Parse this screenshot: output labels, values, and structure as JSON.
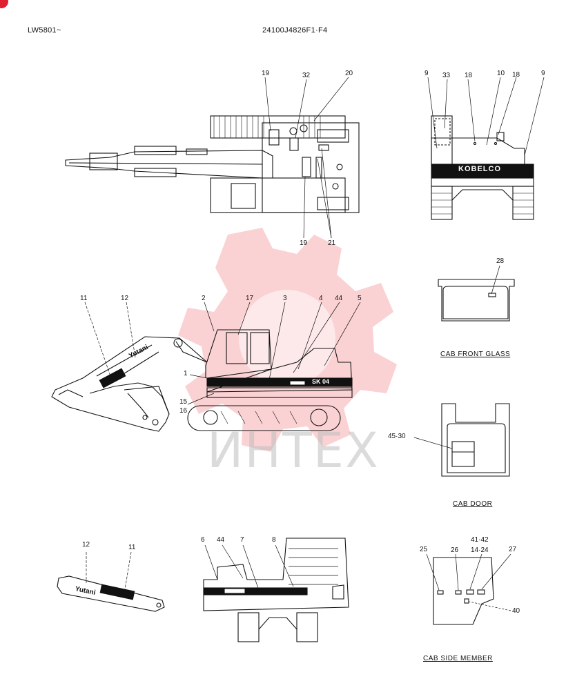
{
  "header": {
    "left_code": "LW5801~",
    "center_code": "24100J4826F1·F4"
  },
  "watermark": {
    "text": "ИНТЕХ",
    "color": "#e8303a"
  },
  "decals": {
    "kobelco": "KOBELCO",
    "yutani": "Yutani",
    "model": "SK 04"
  },
  "views": {
    "top_view": {
      "callouts": [
        "19",
        "32",
        "20",
        "19",
        "21"
      ]
    },
    "rear_view": {
      "callouts": [
        "9",
        "33",
        "18",
        "10",
        "18",
        "9"
      ]
    },
    "side_view": {
      "callouts": [
        "11",
        "12",
        "2",
        "17",
        "3",
        "4",
        "44",
        "5",
        "1",
        "15",
        "16"
      ]
    },
    "cab_front_glass": {
      "caption": "CAB FRONT GLASS",
      "callouts": [
        "28"
      ]
    },
    "cab_door": {
      "caption": "CAB DOOR",
      "callouts": [
        "45·30"
      ]
    },
    "arm_detail": {
      "callouts": [
        "12",
        "11"
      ]
    },
    "rear_side_view": {
      "callouts": [
        "6",
        "44",
        "7",
        "8"
      ]
    },
    "cab_side_member": {
      "caption": "CAB SIDE MEMBER",
      "callouts": [
        "41·42",
        "25",
        "26",
        "14·24",
        "27",
        "40"
      ]
    }
  }
}
